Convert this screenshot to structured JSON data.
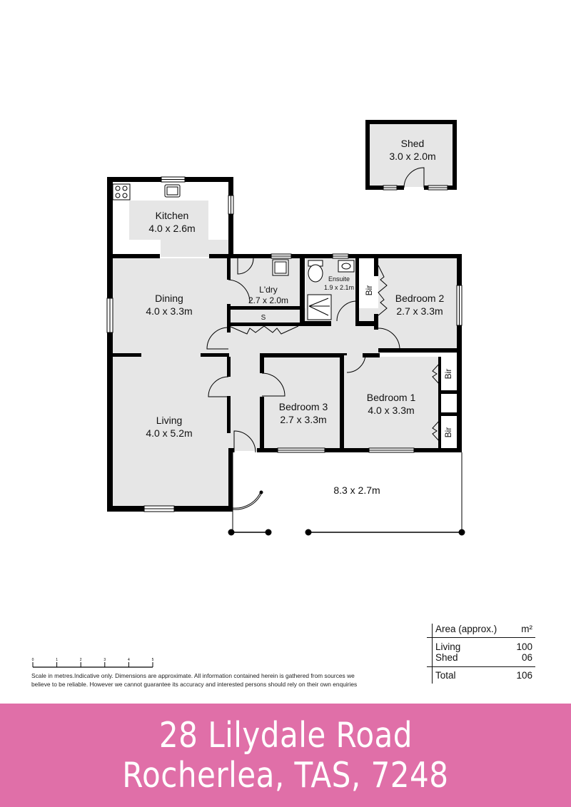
{
  "colors": {
    "banner_bg": "#e06fa8",
    "wall": "#000000",
    "room_fill": "#e6e6e6",
    "text": "#111111"
  },
  "rooms": {
    "shed": {
      "name": "Shed",
      "dims": "3.0 x 2.0m"
    },
    "kitchen": {
      "name": "Kitchen",
      "dims": "4.0 x 2.6m"
    },
    "dining": {
      "name": "Dining",
      "dims": "4.0 x 3.3m"
    },
    "living": {
      "name": "Living",
      "dims": "4.0 x 5.2m"
    },
    "laundry": {
      "name": "L'dry",
      "dims": "2.7 x 2.0m"
    },
    "ensuite": {
      "name": "Ensuite",
      "dims": "1.9 x 2.1m"
    },
    "bedroom2": {
      "name": "Bedroom 2",
      "dims": "2.7 x 3.3m"
    },
    "bedroom3": {
      "name": "Bedroom 3",
      "dims": "2.7 x 3.3m"
    },
    "bedroom1": {
      "name": "Bedroom 1",
      "dims": "4.0 x 3.3m"
    },
    "deck": {
      "name": "",
      "dims": "8.3 x 2.7m"
    }
  },
  "labels": {
    "bir": "Bir",
    "storage": "S"
  },
  "scale": {
    "ticks": [
      "0",
      "1",
      "2",
      "3",
      "4",
      "5"
    ],
    "unit": "metres"
  },
  "disclaimer": {
    "line1": "Scale in metres.Indicative only. Dimensions are approximate. All information contained herein is gathered from sources we",
    "line2": "believe to be reliable. However we cannot guarantee its accuracy and interested persons should rely on their own enquiries"
  },
  "area_table": {
    "header_label": "Area (approx.)",
    "header_unit": "m²",
    "rows": [
      {
        "label": "Living",
        "value": "100"
      },
      {
        "label": "Shed",
        "value": "06"
      }
    ],
    "total_label": "Total",
    "total_value": "106"
  },
  "banner": {
    "line1": "28 Lilydale Road",
    "line2": "Rocherlea, TAS, 7248"
  }
}
